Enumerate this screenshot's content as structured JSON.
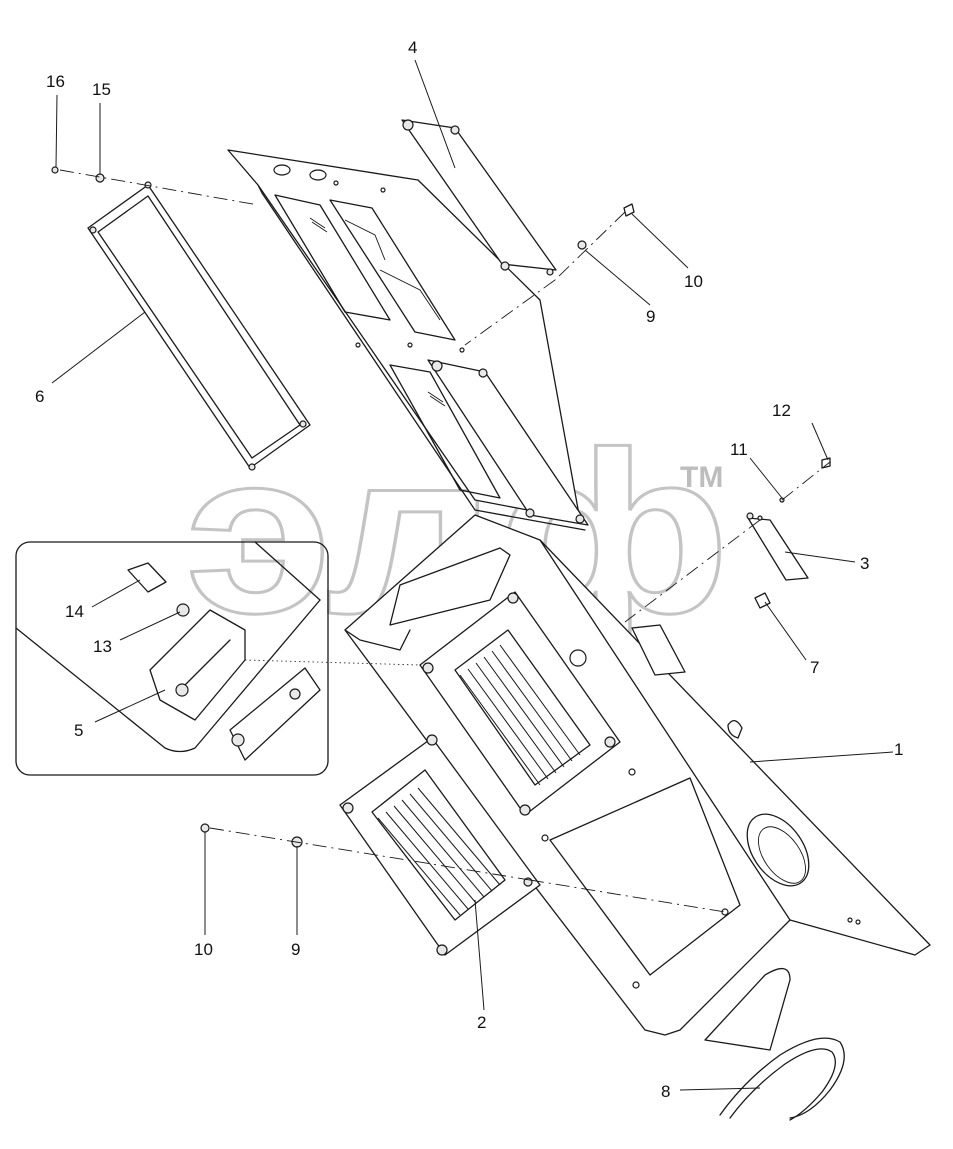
{
  "watermark": {
    "text": "элф",
    "trademark": "TM"
  },
  "callouts": [
    {
      "id": "c1",
      "label": "1"
    },
    {
      "id": "c2",
      "label": "2"
    },
    {
      "id": "c3",
      "label": "3"
    },
    {
      "id": "c4",
      "label": "4"
    },
    {
      "id": "c5",
      "label": "5"
    },
    {
      "id": "c6",
      "label": "6"
    },
    {
      "id": "c7",
      "label": "7"
    },
    {
      "id": "c8",
      "label": "8"
    },
    {
      "id": "c9a",
      "label": "9"
    },
    {
      "id": "c9b",
      "label": "9"
    },
    {
      "id": "c10a",
      "label": "10"
    },
    {
      "id": "c10b",
      "label": "10"
    },
    {
      "id": "c11",
      "label": "11"
    },
    {
      "id": "c12",
      "label": "12"
    },
    {
      "id": "c13",
      "label": "13"
    },
    {
      "id": "c14",
      "label": "14"
    },
    {
      "id": "c15",
      "label": "15"
    },
    {
      "id": "c16",
      "label": "16"
    }
  ]
}
